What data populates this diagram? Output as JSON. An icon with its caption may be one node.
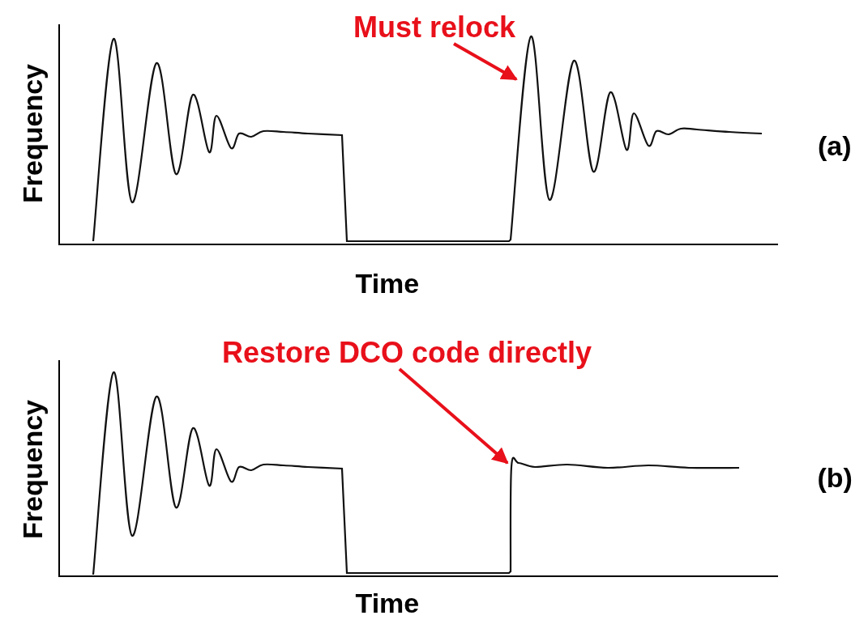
{
  "diagram": {
    "nodes": [
      {
        "text": [
          "Must relock"
        ]
      },
      {
        "text": [
          "Restore DCO code directly"
        ]
      }
    ],
    "edges": [
      {
        "from": 0,
        "to": null,
        "arrow": "to"
      },
      {
        "from": 1,
        "to": null,
        "arrow": "to"
      }
    ],
    "labels": [
      "Frequency",
      "Time",
      "(a)",
      "Frequency",
      "Time",
      "(b)"
    ]
  }
}
